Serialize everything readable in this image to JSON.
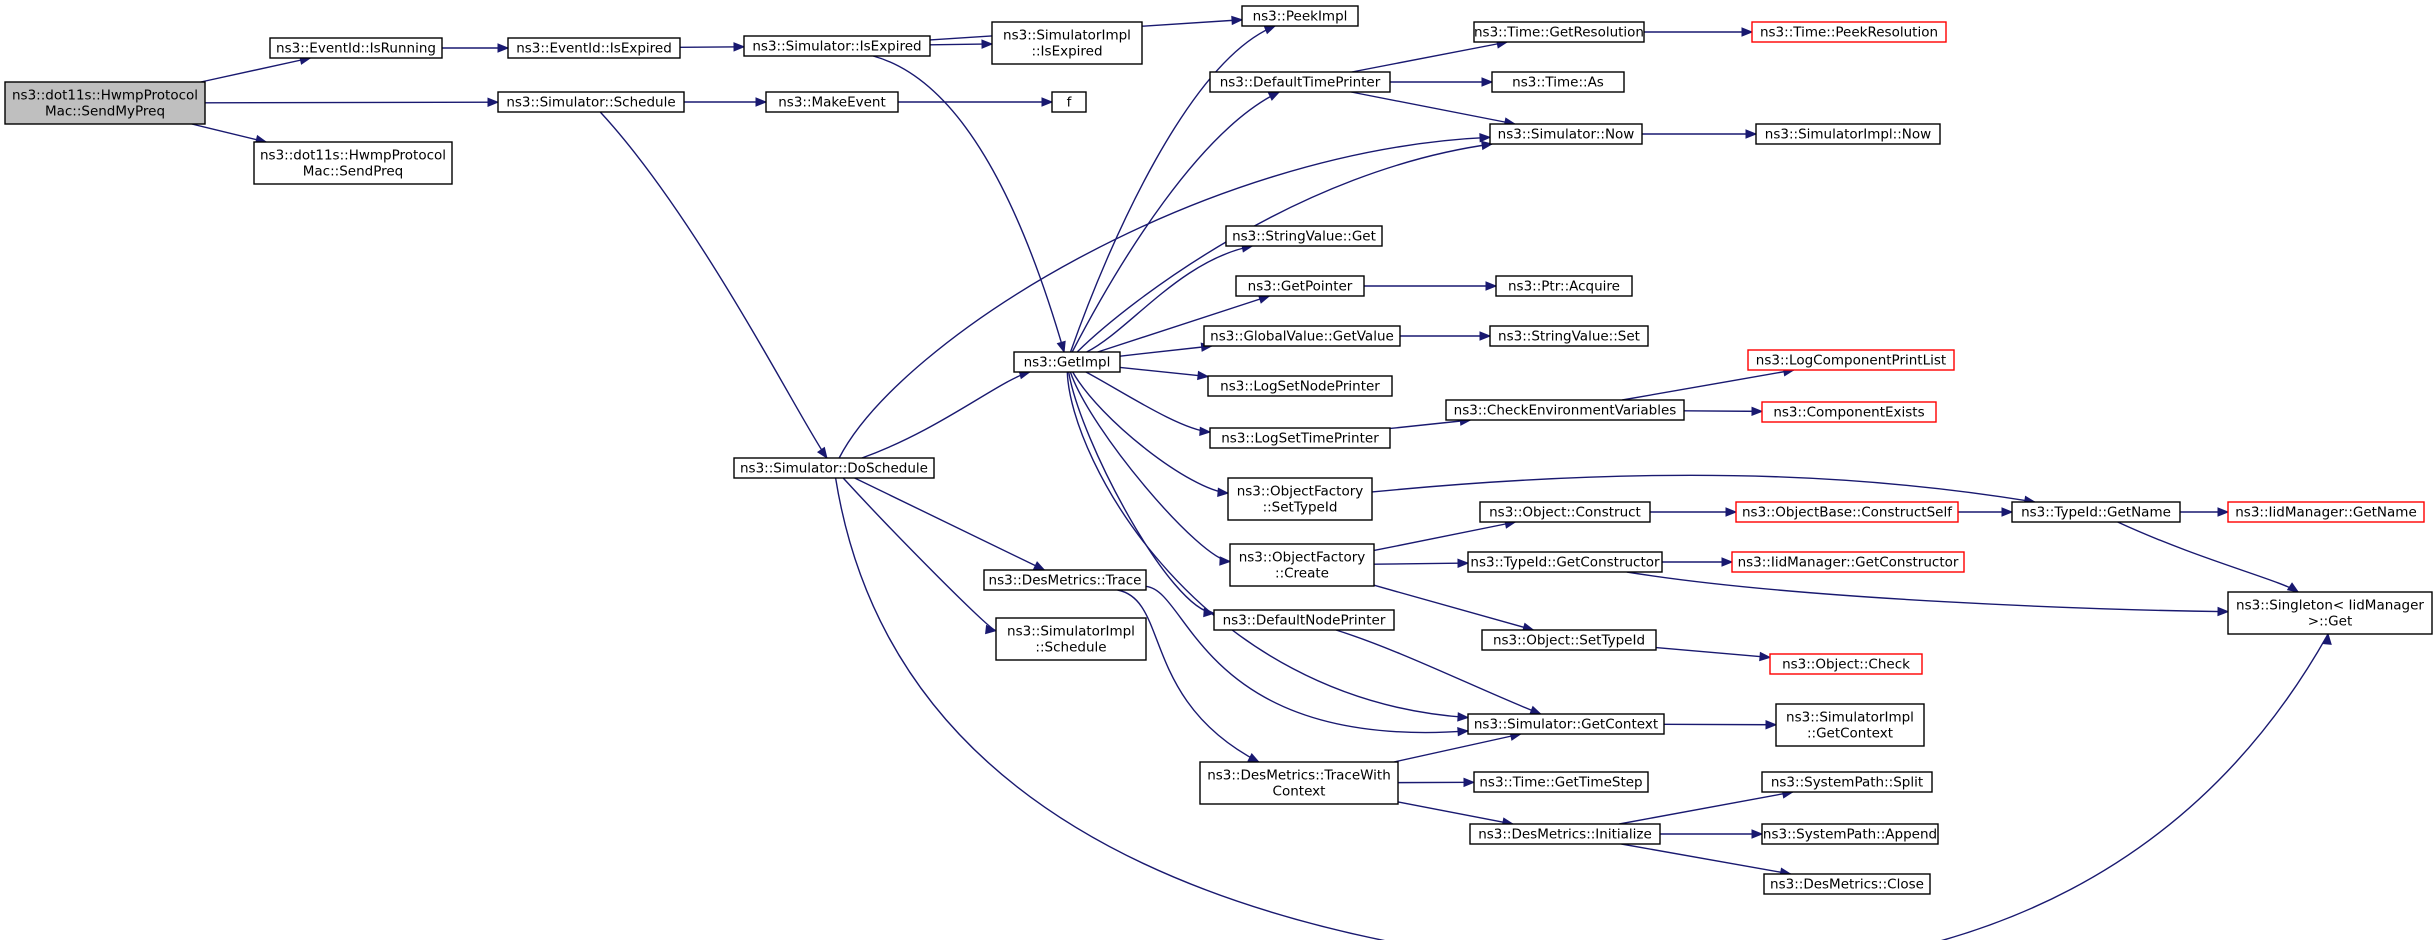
{
  "graph": {
    "nodes": [
      {
        "id": "root",
        "lines": [
          "ns3::dot11s::HwmpProtocol",
          "Mac::SendMyPreq"
        ],
        "style": "root"
      },
      {
        "id": "ev_running",
        "lines": [
          "ns3::EventId::IsRunning"
        ]
      },
      {
        "id": "sim_schedule",
        "lines": [
          "ns3::Simulator::Schedule"
        ]
      },
      {
        "id": "hwmp_sendpreq",
        "lines": [
          "ns3::dot11s::HwmpProtocol",
          "Mac::SendPreq"
        ]
      },
      {
        "id": "ev_expired",
        "lines": [
          "ns3::EventId::IsExpired"
        ]
      },
      {
        "id": "sim_isexpired",
        "lines": [
          "ns3::Simulator::IsExpired"
        ]
      },
      {
        "id": "simimpl_isexpired",
        "lines": [
          "ns3::SimulatorImpl",
          "::IsExpired"
        ]
      },
      {
        "id": "peekimpl",
        "lines": [
          "ns3::PeekImpl"
        ]
      },
      {
        "id": "makeevent",
        "lines": [
          "ns3::MakeEvent"
        ]
      },
      {
        "id": "f",
        "lines": [
          "f"
        ]
      },
      {
        "id": "getimpl",
        "lines": [
          "ns3::GetImpl"
        ]
      },
      {
        "id": "doschedule",
        "lines": [
          "ns3::Simulator::DoSchedule"
        ]
      },
      {
        "id": "desm_trace",
        "lines": [
          "ns3::DesMetrics::Trace"
        ]
      },
      {
        "id": "simimpl_schedule",
        "lines": [
          "ns3::SimulatorImpl",
          "::Schedule"
        ]
      },
      {
        "id": "deftimeprinter",
        "lines": [
          "ns3::DefaultTimePrinter"
        ]
      },
      {
        "id": "time_getres",
        "lines": [
          "ns3::Time::GetResolution"
        ]
      },
      {
        "id": "time_peekres",
        "lines": [
          "ns3::Time::PeekResolution"
        ],
        "style": "trunc"
      },
      {
        "id": "time_as",
        "lines": [
          "ns3::Time::As"
        ]
      },
      {
        "id": "sim_now",
        "lines": [
          "ns3::Simulator::Now"
        ]
      },
      {
        "id": "simimpl_now",
        "lines": [
          "ns3::SimulatorImpl::Now"
        ]
      },
      {
        "id": "strval_get",
        "lines": [
          "ns3::StringValue::Get"
        ]
      },
      {
        "id": "getpointer",
        "lines": [
          "ns3::GetPointer"
        ]
      },
      {
        "id": "ptr_acquire",
        "lines": [
          "ns3::Ptr::Acquire"
        ]
      },
      {
        "id": "gv_getvalue",
        "lines": [
          "ns3::GlobalValue::GetValue"
        ]
      },
      {
        "id": "strval_set",
        "lines": [
          "ns3::StringValue::Set"
        ]
      },
      {
        "id": "logsetnode",
        "lines": [
          "ns3::LogSetNodePrinter"
        ]
      },
      {
        "id": "logsettime",
        "lines": [
          "ns3::LogSetTimePrinter"
        ]
      },
      {
        "id": "checkenv",
        "lines": [
          "ns3::CheckEnvironmentVariables"
        ]
      },
      {
        "id": "logcomplist",
        "lines": [
          "ns3::LogComponentPrintList"
        ],
        "style": "trunc"
      },
      {
        "id": "compexists",
        "lines": [
          "ns3::ComponentExists"
        ],
        "style": "trunc"
      },
      {
        "id": "of_settypeid",
        "lines": [
          "ns3::ObjectFactory",
          "::SetTypeId"
        ]
      },
      {
        "id": "typeid_getname",
        "lines": [
          "ns3::TypeId::GetName"
        ]
      },
      {
        "id": "iidm_getname",
        "lines": [
          "ns3::IidManager::GetName"
        ],
        "style": "trunc"
      },
      {
        "id": "obj_construct",
        "lines": [
          "ns3::Object::Construct"
        ]
      },
      {
        "id": "objbase_cself",
        "lines": [
          "ns3::ObjectBase::ConstructSelf"
        ],
        "style": "trunc"
      },
      {
        "id": "of_create",
        "lines": [
          "ns3::ObjectFactory",
          "::Create"
        ]
      },
      {
        "id": "typeid_getctor",
        "lines": [
          "ns3::TypeId::GetConstructor"
        ]
      },
      {
        "id": "iidm_getctor",
        "lines": [
          "ns3::IidManager::GetConstructor"
        ],
        "style": "trunc"
      },
      {
        "id": "singleton_get",
        "lines": [
          "ns3::Singleton< IidManager",
          " >::Get"
        ]
      },
      {
        "id": "defnodeprinter",
        "lines": [
          "ns3::DefaultNodePrinter"
        ]
      },
      {
        "id": "obj_settypeid",
        "lines": [
          "ns3::Object::SetTypeId"
        ]
      },
      {
        "id": "obj_check",
        "lines": [
          "ns3::Object::Check"
        ],
        "style": "trunc"
      },
      {
        "id": "sim_getcontext",
        "lines": [
          "ns3::Simulator::GetContext"
        ]
      },
      {
        "id": "simimpl_getcontext",
        "lines": [
          "ns3::SimulatorImpl",
          "::GetContext"
        ]
      },
      {
        "id": "desm_tracewith",
        "lines": [
          "ns3::DesMetrics::TraceWith",
          "Context"
        ]
      },
      {
        "id": "time_gettimestep",
        "lines": [
          "ns3::Time::GetTimeStep"
        ]
      },
      {
        "id": "desm_init",
        "lines": [
          "ns3::DesMetrics::Initialize"
        ]
      },
      {
        "id": "sp_split",
        "lines": [
          "ns3::SystemPath::Split"
        ]
      },
      {
        "id": "sp_append",
        "lines": [
          "ns3::SystemPath::Append"
        ]
      },
      {
        "id": "desm_close",
        "lines": [
          "ns3::DesMetrics::Close"
        ]
      }
    ],
    "edges": [
      [
        "root",
        "ev_running"
      ],
      [
        "root",
        "sim_schedule"
      ],
      [
        "root",
        "hwmp_sendpreq"
      ],
      [
        "ev_running",
        "ev_expired"
      ],
      [
        "ev_expired",
        "sim_isexpired"
      ],
      [
        "sim_isexpired",
        "peekimpl"
      ],
      [
        "sim_isexpired",
        "simimpl_isexpired"
      ],
      [
        "sim_isexpired",
        "getimpl"
      ],
      [
        "sim_schedule",
        "makeevent"
      ],
      [
        "sim_schedule",
        "doschedule"
      ],
      [
        "makeevent",
        "f"
      ],
      [
        "getimpl",
        "peekimpl"
      ],
      [
        "getimpl",
        "deftimeprinter"
      ],
      [
        "getimpl",
        "sim_now"
      ],
      [
        "getimpl",
        "strval_get"
      ],
      [
        "getimpl",
        "getpointer"
      ],
      [
        "getimpl",
        "gv_getvalue"
      ],
      [
        "getimpl",
        "logsetnode"
      ],
      [
        "getimpl",
        "logsettime"
      ],
      [
        "getimpl",
        "of_settypeid"
      ],
      [
        "getimpl",
        "of_create"
      ],
      [
        "getimpl",
        "defnodeprinter"
      ],
      [
        "getimpl",
        "sim_getcontext"
      ],
      [
        "deftimeprinter",
        "time_getres"
      ],
      [
        "deftimeprinter",
        "time_as"
      ],
      [
        "deftimeprinter",
        "sim_now"
      ],
      [
        "time_getres",
        "time_peekres"
      ],
      [
        "sim_now",
        "simimpl_now"
      ],
      [
        "getpointer",
        "ptr_acquire"
      ],
      [
        "gv_getvalue",
        "strval_set"
      ],
      [
        "logsettime",
        "checkenv"
      ],
      [
        "checkenv",
        "logcomplist"
      ],
      [
        "checkenv",
        "compexists"
      ],
      [
        "of_settypeid",
        "typeid_getname"
      ],
      [
        "typeid_getname",
        "iidm_getname"
      ],
      [
        "typeid_getname",
        "singleton_get"
      ],
      [
        "of_create",
        "obj_construct"
      ],
      [
        "of_create",
        "typeid_getctor"
      ],
      [
        "of_create",
        "obj_settypeid"
      ],
      [
        "obj_construct",
        "objbase_cself"
      ],
      [
        "objbase_cself",
        "typeid_getname"
      ],
      [
        "typeid_getctor",
        "iidm_getctor"
      ],
      [
        "typeid_getctor",
        "singleton_get"
      ],
      [
        "obj_settypeid",
        "obj_check"
      ],
      [
        "defnodeprinter",
        "sim_getcontext"
      ],
      [
        "sim_getcontext",
        "simimpl_getcontext"
      ],
      [
        "doschedule",
        "getimpl"
      ],
      [
        "doschedule",
        "sim_now"
      ],
      [
        "doschedule",
        "desm_trace"
      ],
      [
        "doschedule",
        "simimpl_schedule"
      ],
      [
        "doschedule",
        "singleton_get"
      ],
      [
        "desm_trace",
        "sim_getcontext"
      ],
      [
        "desm_trace",
        "desm_tracewith"
      ],
      [
        "desm_tracewith",
        "sim_getcontext"
      ],
      [
        "desm_tracewith",
        "time_gettimestep"
      ],
      [
        "desm_tracewith",
        "desm_init"
      ],
      [
        "desm_init",
        "sp_split"
      ],
      [
        "desm_init",
        "sp_append"
      ],
      [
        "desm_init",
        "desm_close"
      ]
    ]
  },
  "colors": {
    "edge": "#191970",
    "root_fill": "#bfbfbf",
    "truncated_border": "#ff0000",
    "node_border": "#000000"
  }
}
